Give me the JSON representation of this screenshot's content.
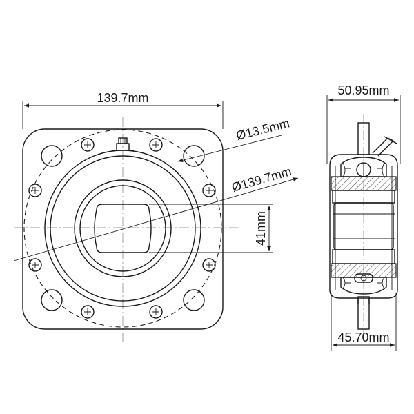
{
  "drawing": {
    "width_label": "139.7mm",
    "hole_dia_label": "Ø13.5mm",
    "bolt_circle_label": "Ø139.7mm",
    "bore_label": "41mm",
    "side_width_label": "50.95mm",
    "side_inner_width_label": "45.70mm"
  }
}
